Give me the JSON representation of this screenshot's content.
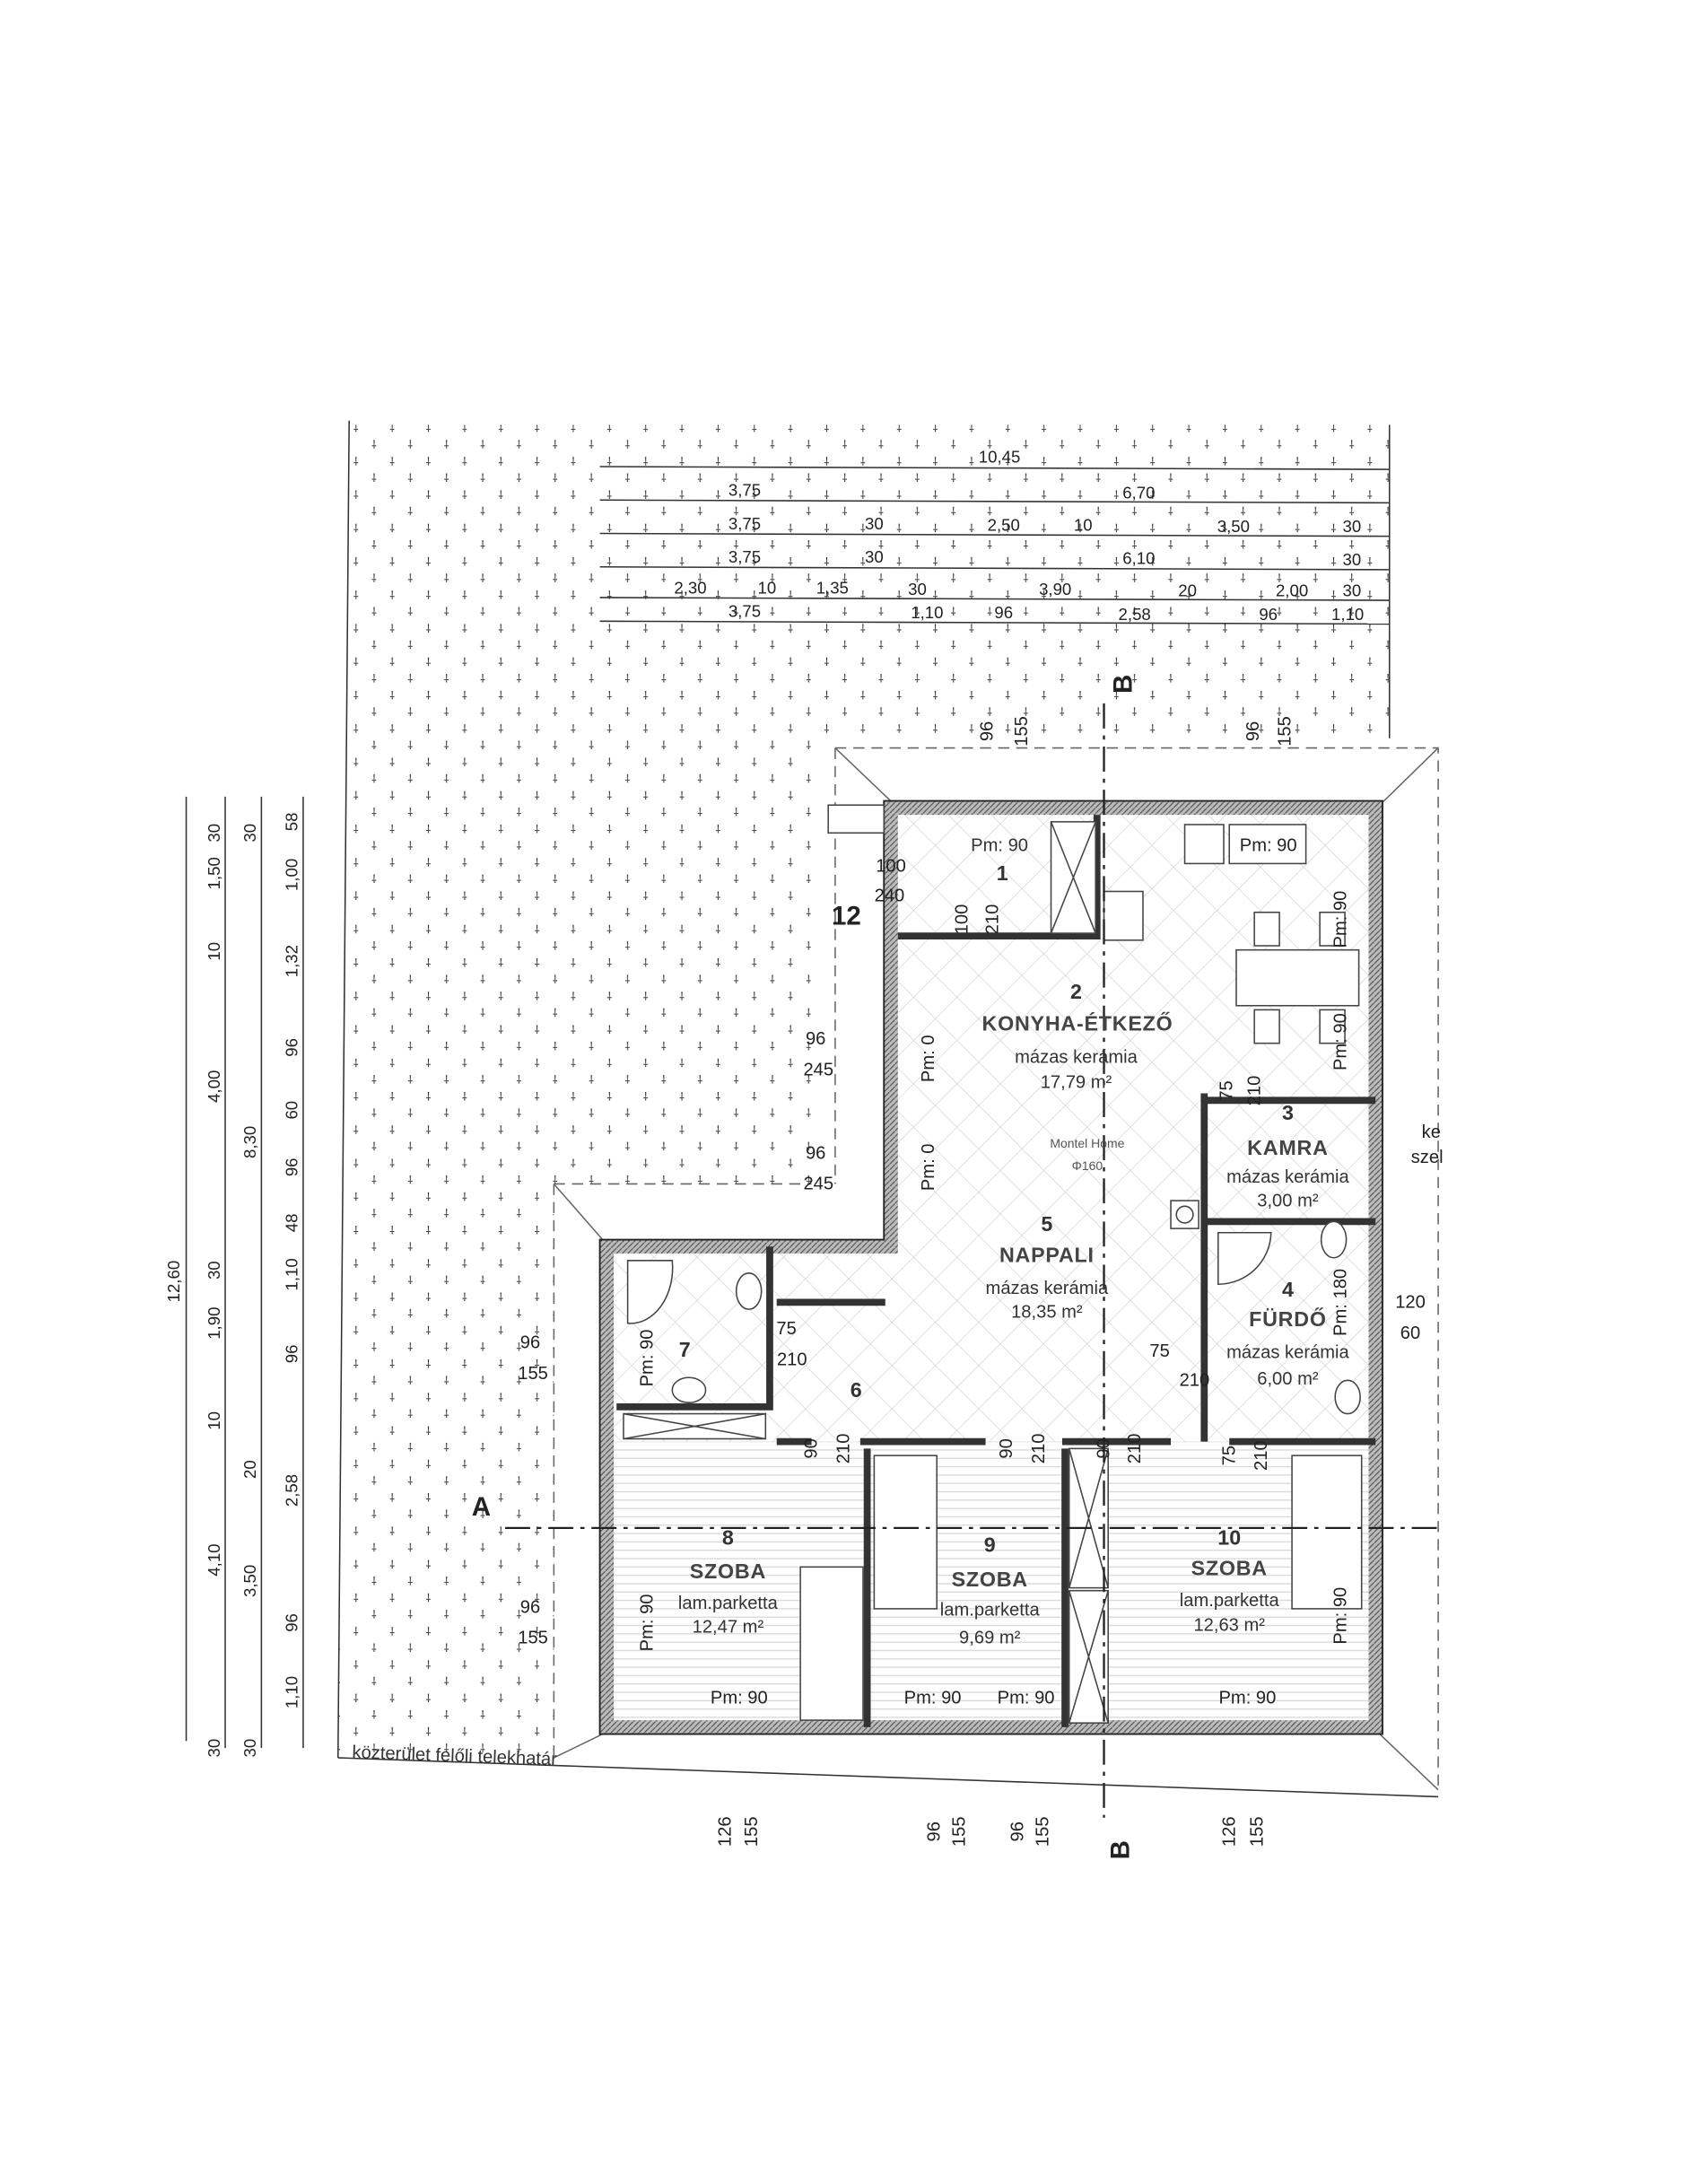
{
  "title_marks": {
    "section_a": "A",
    "section_b_top": "B",
    "section_b_bottom": "B",
    "boundary": "közterület felőli telekhatár"
  },
  "dims_top": {
    "row1": [
      "10,45"
    ],
    "row2": [
      "3,75",
      "6,70"
    ],
    "row3": [
      "3,75",
      "30",
      "2,50",
      "10",
      "3,50",
      "30"
    ],
    "row4": [
      "3,75",
      "30",
      "6,10",
      "30"
    ],
    "row5": [
      "2,30",
      "10",
      "1,35",
      "30",
      "3,90",
      "20",
      "2,00",
      "30"
    ],
    "row6": [
      "3,75",
      "1,10",
      "96",
      "2,58",
      "96",
      "1,10"
    ]
  },
  "dims_left": {
    "col1": [
      "12,60"
    ],
    "col2": [
      "30",
      "1,50",
      "10",
      "4,00",
      "30",
      "1,90",
      "10",
      "4,10",
      "30"
    ],
    "col3": [
      "30",
      "8,30",
      "20",
      "3,50",
      "30"
    ],
    "col4": [
      "58",
      "1,00",
      "1,32",
      "96",
      "60",
      "96",
      "48",
      "1,10",
      "96",
      "2,58",
      "96",
      "1,10"
    ]
  },
  "rooms": [
    {
      "no": "1",
      "pm": "Pm: 90"
    },
    {
      "no": "2",
      "name": "KONYHA-ÉTKEZŐ",
      "material": "mázas kerámia",
      "area": "17,79 m²"
    },
    {
      "no": "3",
      "name": "KAMRA",
      "material": "mázas kerámia",
      "area": "3,00 m²"
    },
    {
      "no": "4",
      "name": "FÜRDŐ",
      "material": "mázas kerámia",
      "area": "6,00 m²"
    },
    {
      "no": "5",
      "name": "NAPPALI",
      "material": "mázas kerámia",
      "area": "18,35 m²"
    },
    {
      "no": "6"
    },
    {
      "no": "7"
    },
    {
      "no": "8",
      "name": "SZOBA",
      "material": "lam.parketta",
      "area": "12,47 m²"
    },
    {
      "no": "9",
      "name": "SZOBA",
      "material": "lam.parketta",
      "area": "9,69 m²"
    },
    {
      "no": "10",
      "name": "SZOBA",
      "material": "lam.parketta",
      "area": "12,63 m²"
    },
    {
      "no": "12"
    }
  ],
  "annotations": {
    "pm90": "Pm: 90",
    "pm0": "Pm: 0",
    "pm180": "Pm: 180",
    "d100": "100",
    "d240": "240",
    "d210": "210",
    "d96": "96",
    "d155": "155",
    "d245": "245",
    "d75": "75",
    "d90": "90",
    "d120": "120",
    "d60": "60",
    "d126": "126",
    "chimney_brand": "Montel Home",
    "chimney_dia": "Φ160",
    "edge1": "ke",
    "edge2": "szel"
  }
}
